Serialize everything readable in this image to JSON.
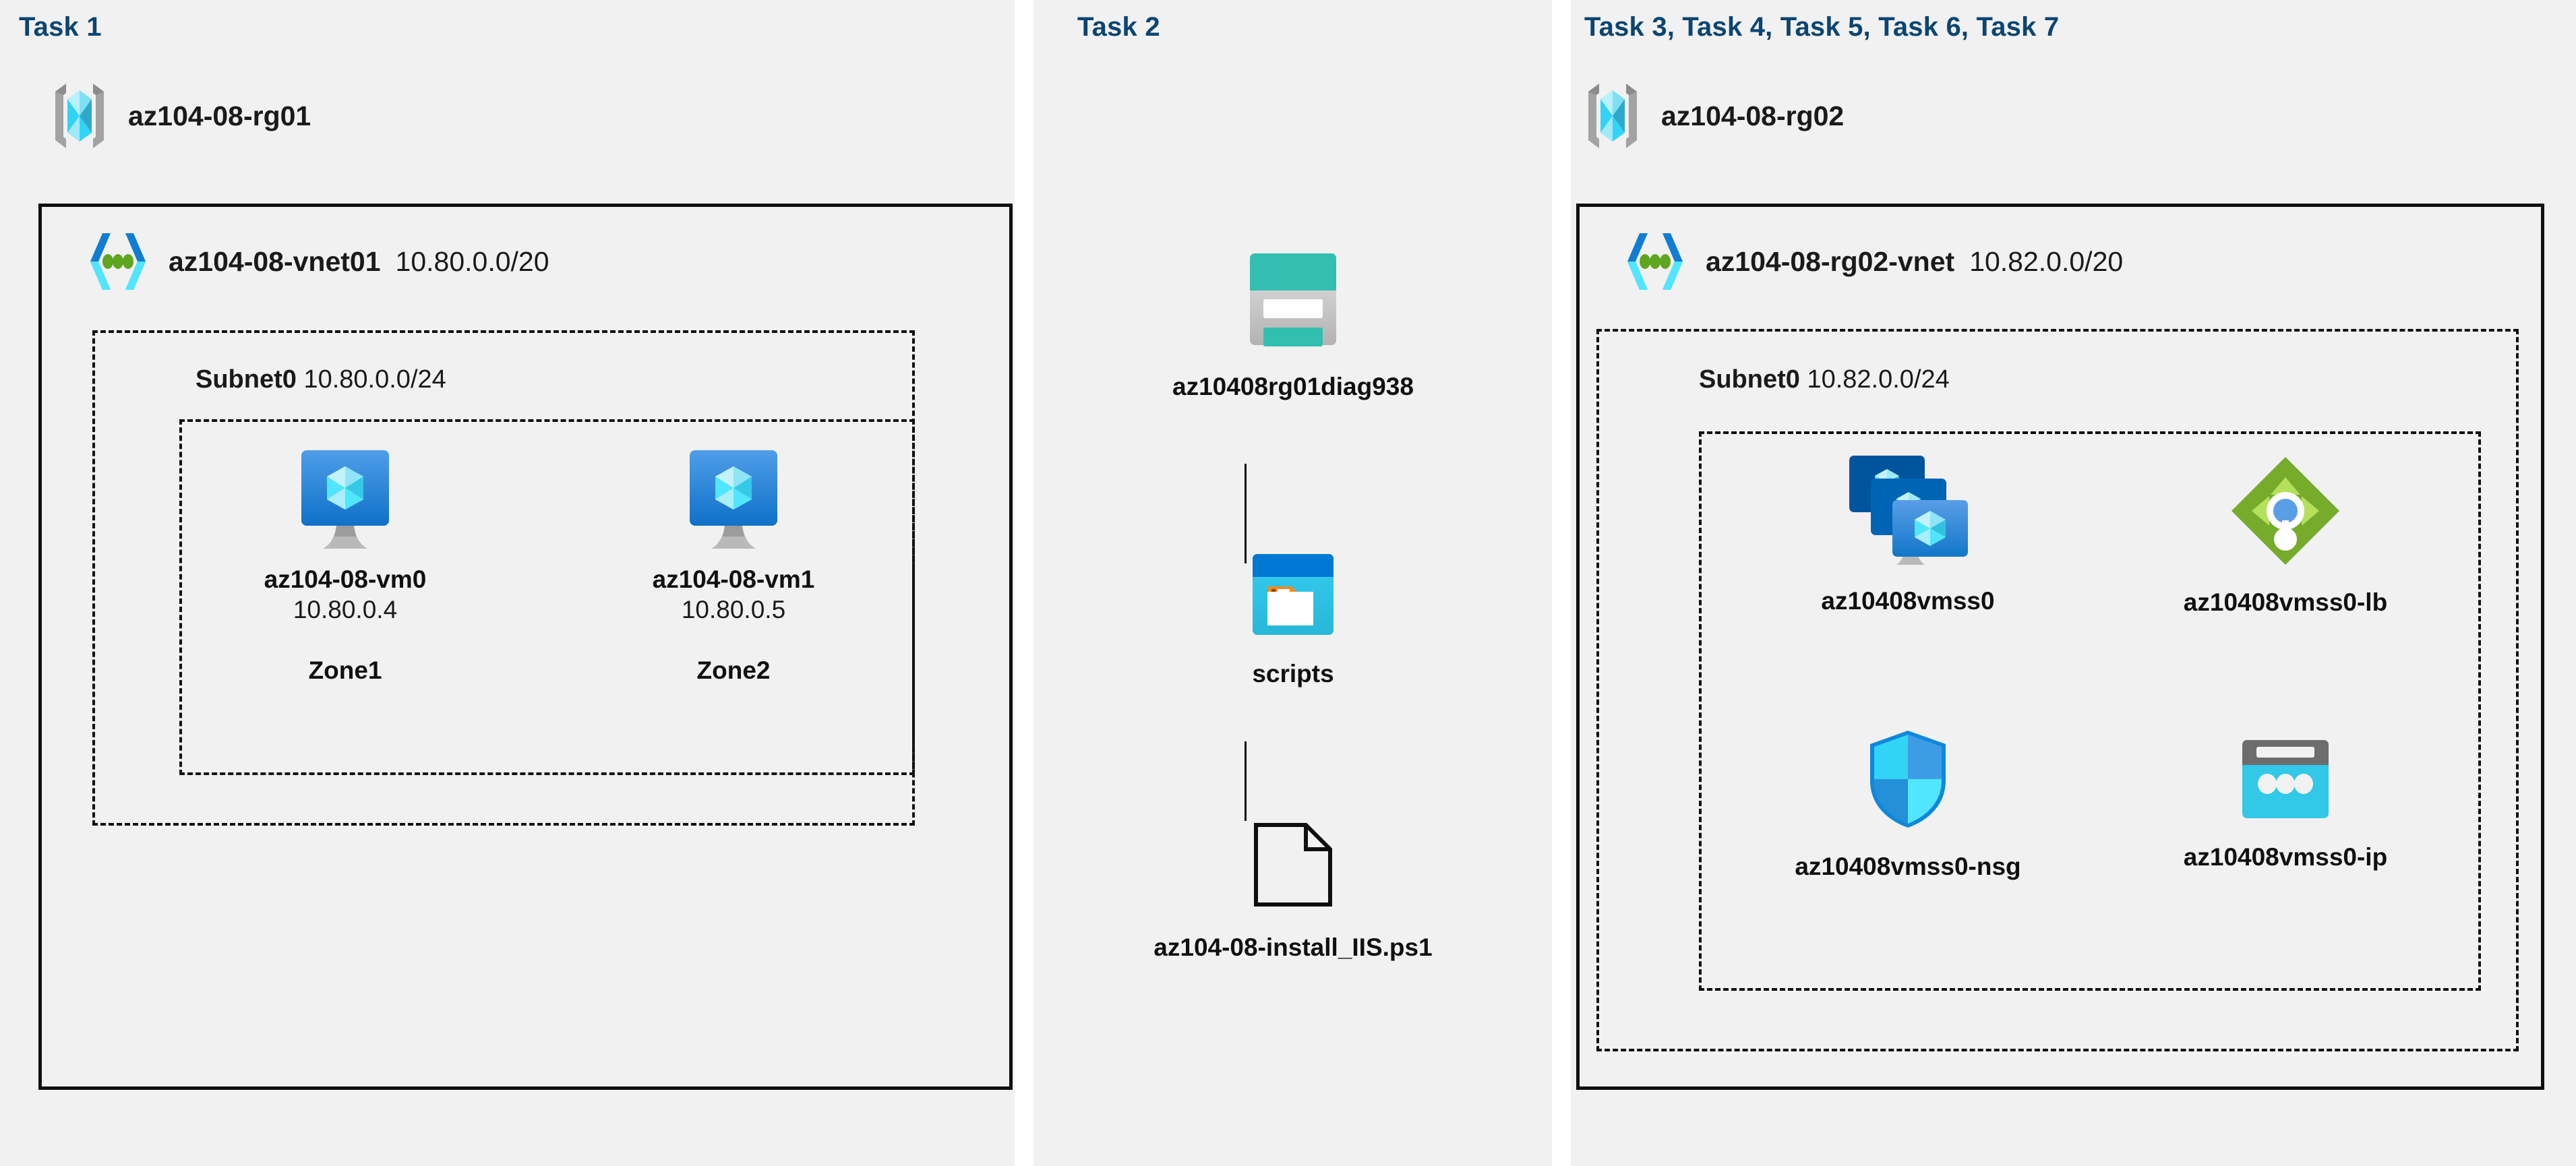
{
  "theme": {
    "panel_bg": "#f1f1f1",
    "page_bg": "#ffffff",
    "heading_color": "#0b4572",
    "border_color": "#0f0f0f",
    "vm_blue": "#2f87de",
    "vmss_dark_blue": "#0063ac",
    "storage_teal": "#32bfb0",
    "blob_blue": "#0078d4",
    "lb_green": "#76ab2c",
    "nsg_cyan": "#32d4f5",
    "ip_cyan": "#32c8e8"
  },
  "panels": [
    {
      "id": "task1",
      "heading": "Task 1",
      "resource_group": {
        "icon": "resource-group-icon",
        "name": "az104-08-rg01"
      },
      "vnet": {
        "icon": "virtual-network-icon",
        "name": "az104-08-vnet01",
        "cidr": "10.80.0.0/20",
        "subnet": {
          "label": "Subnet0",
          "cidr": "10.80.0.0/24",
          "vms": [
            {
              "icon": "virtual-machine-icon",
              "name": "az104-08-vm0",
              "ip": "10.80.0.4",
              "zone": "Zone1"
            },
            {
              "icon": "virtual-machine-icon",
              "name": "az104-08-vm1",
              "ip": "10.80.0.5",
              "zone": "Zone2"
            }
          ]
        }
      }
    },
    {
      "id": "task2",
      "heading": "Task 2",
      "chain": [
        {
          "icon": "storage-account-icon",
          "name": "az10408rg01diag938"
        },
        {
          "icon": "blob-container-icon",
          "name": "scripts"
        },
        {
          "icon": "script-file-icon",
          "name": "az104-08-install_IIS.ps1"
        }
      ]
    },
    {
      "id": "task3",
      "heading": "Task 3, Task 4, Task 5, Task 6, Task 7",
      "resource_group": {
        "icon": "resource-group-icon",
        "name": "az104-08-rg02"
      },
      "vnet": {
        "icon": "virtual-network-icon",
        "name": "az104-08-rg02-vnet",
        "cidr": "10.82.0.0/20",
        "subnet": {
          "label": "Subnet0",
          "cidr": "10.82.0.0/24",
          "resources": [
            {
              "icon": "vm-scale-set-icon",
              "name": "az10408vmss0"
            },
            {
              "icon": "load-balancer-icon",
              "name": "az10408vmss0-lb"
            },
            {
              "icon": "network-security-group-icon",
              "name": "az10408vmss0-nsg"
            },
            {
              "icon": "public-ip-address-icon",
              "name": "az10408vmss0-ip"
            }
          ]
        }
      }
    }
  ]
}
